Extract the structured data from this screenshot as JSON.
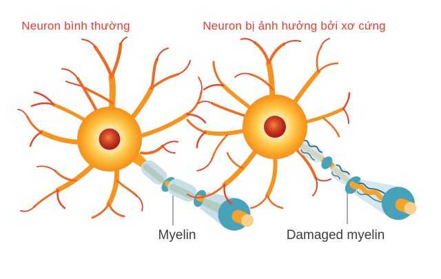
{
  "figure": {
    "left_title": "Neuron bình thường",
    "right_title": "Neuron bị ảnh hưởng bởi xơ cứng",
    "myelin_label": "Myelin",
    "damaged_myelin_label": "Damaged myelin"
  },
  "colors": {
    "title_red": "#EF3A2E",
    "label_gray": "#3C3C3C",
    "leader_line_gray": "#8C8C8C",
    "dendrite_orange": "#F7941D",
    "dendrite_mid": "#F26A1E",
    "dendrite_tip_red": "#EE4123",
    "soma_center": "#FFFDF0",
    "soma_edge": "#F78E1E",
    "nucleus_dark_red": "#A61E1E",
    "nucleus_highlight": "#E8853A",
    "axon_orange": "#F5A32A",
    "axon_tip_light": "#FBD08D",
    "myelin_pale_blue": "#C7E0E8",
    "myelin_inner_shade": "#B6CBC0",
    "myelin_teal": "#47A3B9",
    "damage_squiggle": "#2F6777",
    "background": "#FFFFFF"
  }
}
